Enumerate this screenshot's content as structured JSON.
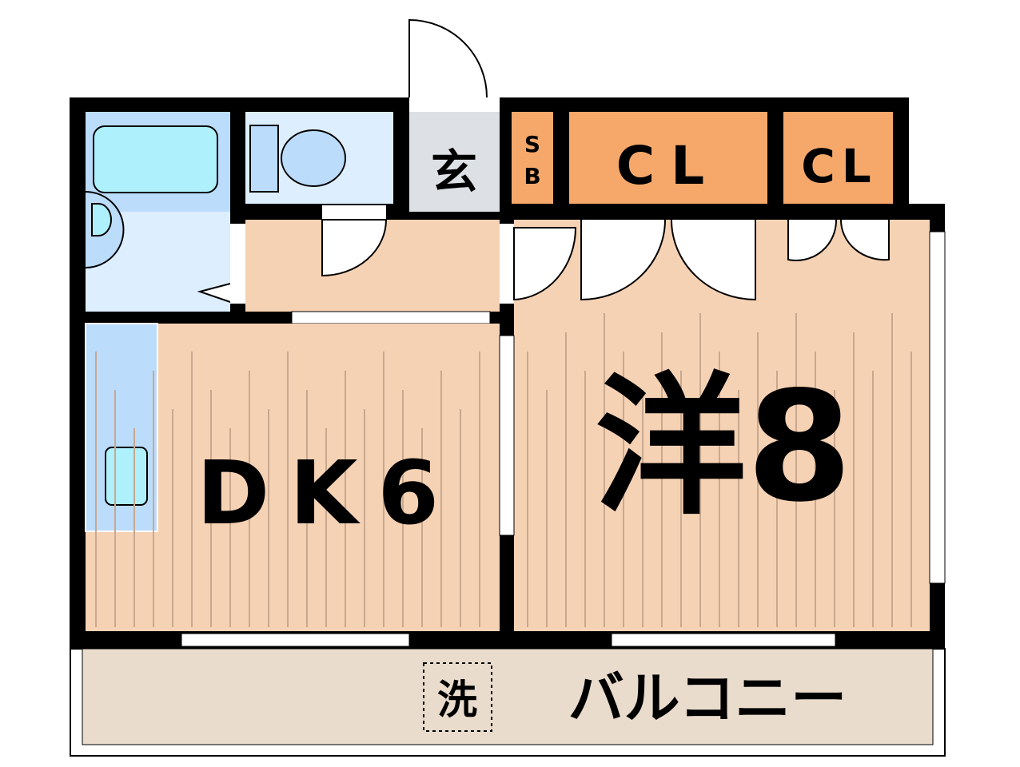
{
  "floor_plan": {
    "rooms": {
      "entrance": "玄",
      "shoe_box_top": "S",
      "shoe_box_bottom": "B",
      "closet_1": "CL",
      "closet_2": "CL",
      "western_room": "洋8",
      "dining_kitchen": "DK6",
      "washer": "洗",
      "balcony": "バルコニー"
    },
    "colors": {
      "wall": "#000000",
      "wet_area": "#ddeeff",
      "bathtub": "#aef0fc",
      "fixture": "#bcdcfc",
      "floor": "#f6d2b4",
      "entrance": "#dde0e4",
      "closet": "#f5a86a",
      "balcony": "#e9dccd"
    }
  }
}
